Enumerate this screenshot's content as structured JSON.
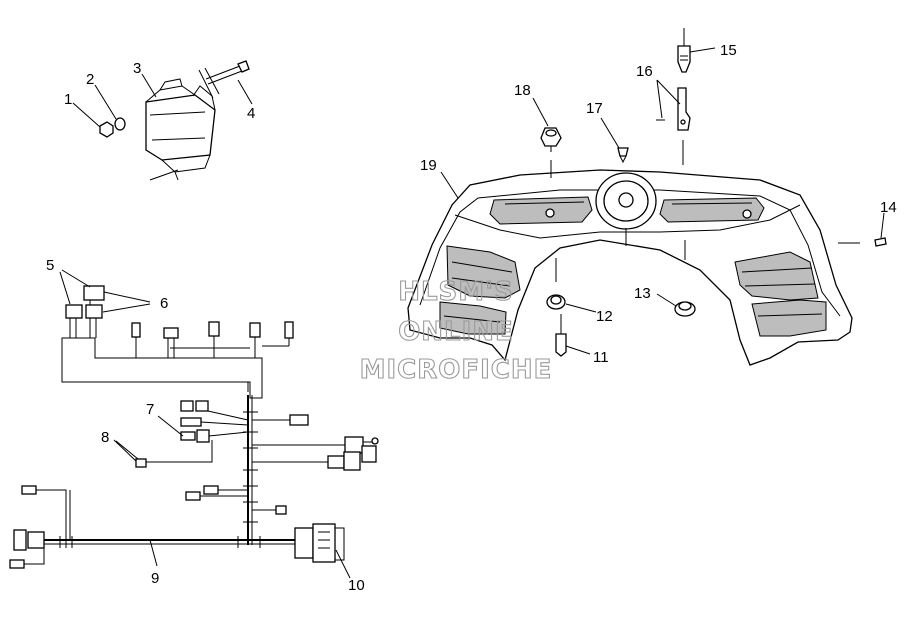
{
  "figure": {
    "callouts": [
      {
        "id": "c1",
        "label": "1"
      },
      {
        "id": "c2",
        "label": "2"
      },
      {
        "id": "c3",
        "label": "3"
      },
      {
        "id": "c4",
        "label": "4"
      },
      {
        "id": "c5",
        "label": "5"
      },
      {
        "id": "c6",
        "label": "6"
      },
      {
        "id": "c7",
        "label": "7"
      },
      {
        "id": "c8",
        "label": "8"
      },
      {
        "id": "c9",
        "label": "9"
      },
      {
        "id": "c10",
        "label": "10"
      },
      {
        "id": "c11",
        "label": "11"
      },
      {
        "id": "c12",
        "label": "12"
      },
      {
        "id": "c13",
        "label": "13"
      },
      {
        "id": "c14",
        "label": "14"
      },
      {
        "id": "c15",
        "label": "15"
      },
      {
        "id": "c16",
        "label": "16"
      },
      {
        "id": "c17",
        "label": "17"
      },
      {
        "id": "c18",
        "label": "18"
      },
      {
        "id": "c19",
        "label": "19"
      }
    ],
    "watermark": {
      "line1": "HLSM'S",
      "line2": "ONLINE",
      "line3": "MICROFICHE"
    }
  }
}
